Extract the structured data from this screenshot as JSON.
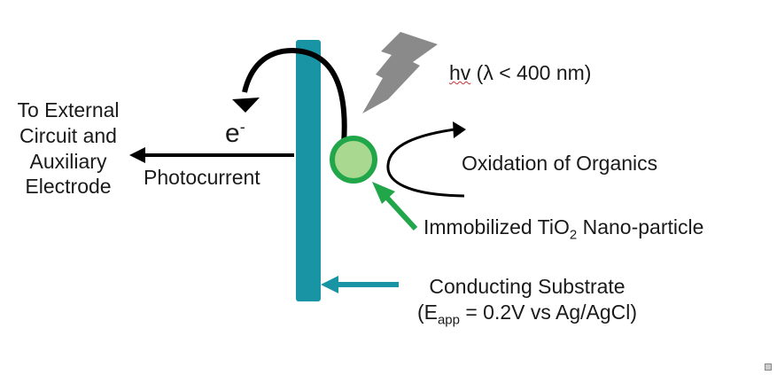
{
  "labels": {
    "external_line1": "To External",
    "external_line2": "Circuit and",
    "external_line3": "Auxiliary",
    "external_line4": "Electrode",
    "electron_symbol": "e",
    "electron_charge": "-",
    "photocurrent": "Photocurrent",
    "light_hv": "hv",
    "light_condition": " (λ < 400 nm)",
    "oxidation": "Oxidation of Organics",
    "tio2_prefix": "Immobilized TiO",
    "tio2_subscript": "2",
    "tio2_suffix": " Nano-particle",
    "substrate_line1": "Conducting Substrate",
    "substrate_eq_open": "(E",
    "substrate_eq_sub": "app",
    "substrate_eq_rest": " = 0.2V vs Ag/AgCl)"
  },
  "colors": {
    "substrate": "#1894a5",
    "particle_fill": "#a9d890",
    "particle_ring": "#22a64a",
    "green_arrow": "#22a64a",
    "lightning": "#8a8a8a",
    "black_arrow": "#000000"
  },
  "icons": {
    "lightning": "lightning-bolt-icon"
  }
}
